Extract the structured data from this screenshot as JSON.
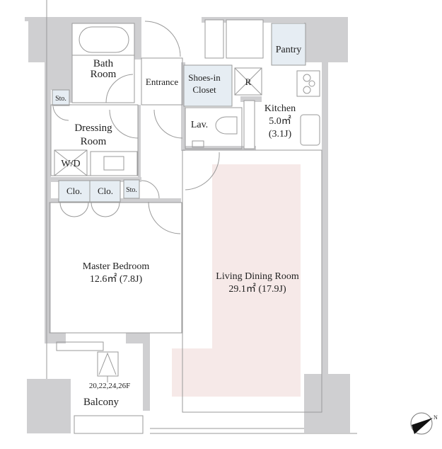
{
  "rooms": {
    "bath": [
      "Bath",
      "Room"
    ],
    "entrance": "Entrance",
    "shoes_closet": [
      "Shoes-in",
      "Closet"
    ],
    "pantry": "Pantry",
    "refrigerator": "R",
    "kitchen": [
      "Kitchen",
      "5.0㎡",
      "(3.1J)"
    ],
    "lavatory": "Lav.",
    "storage": "Sto.",
    "dressing": [
      "Dressing",
      "Room"
    ],
    "washer_dryer": "W/D",
    "closet": "Clo.",
    "master_bedroom": [
      "Master Bedroom",
      "12.6㎡ (7.8J)"
    ],
    "living_dining": [
      "Living Dining Room",
      "29.1㎡ (17.9J)"
    ],
    "balcony": "Balcony",
    "floors_note": "20,22,24,26F"
  },
  "compass": {
    "label": "N"
  },
  "colors": {
    "wall": "#cfcfd1",
    "floor_highlight": "#f6e9e8",
    "storage": "#e6edf3"
  }
}
